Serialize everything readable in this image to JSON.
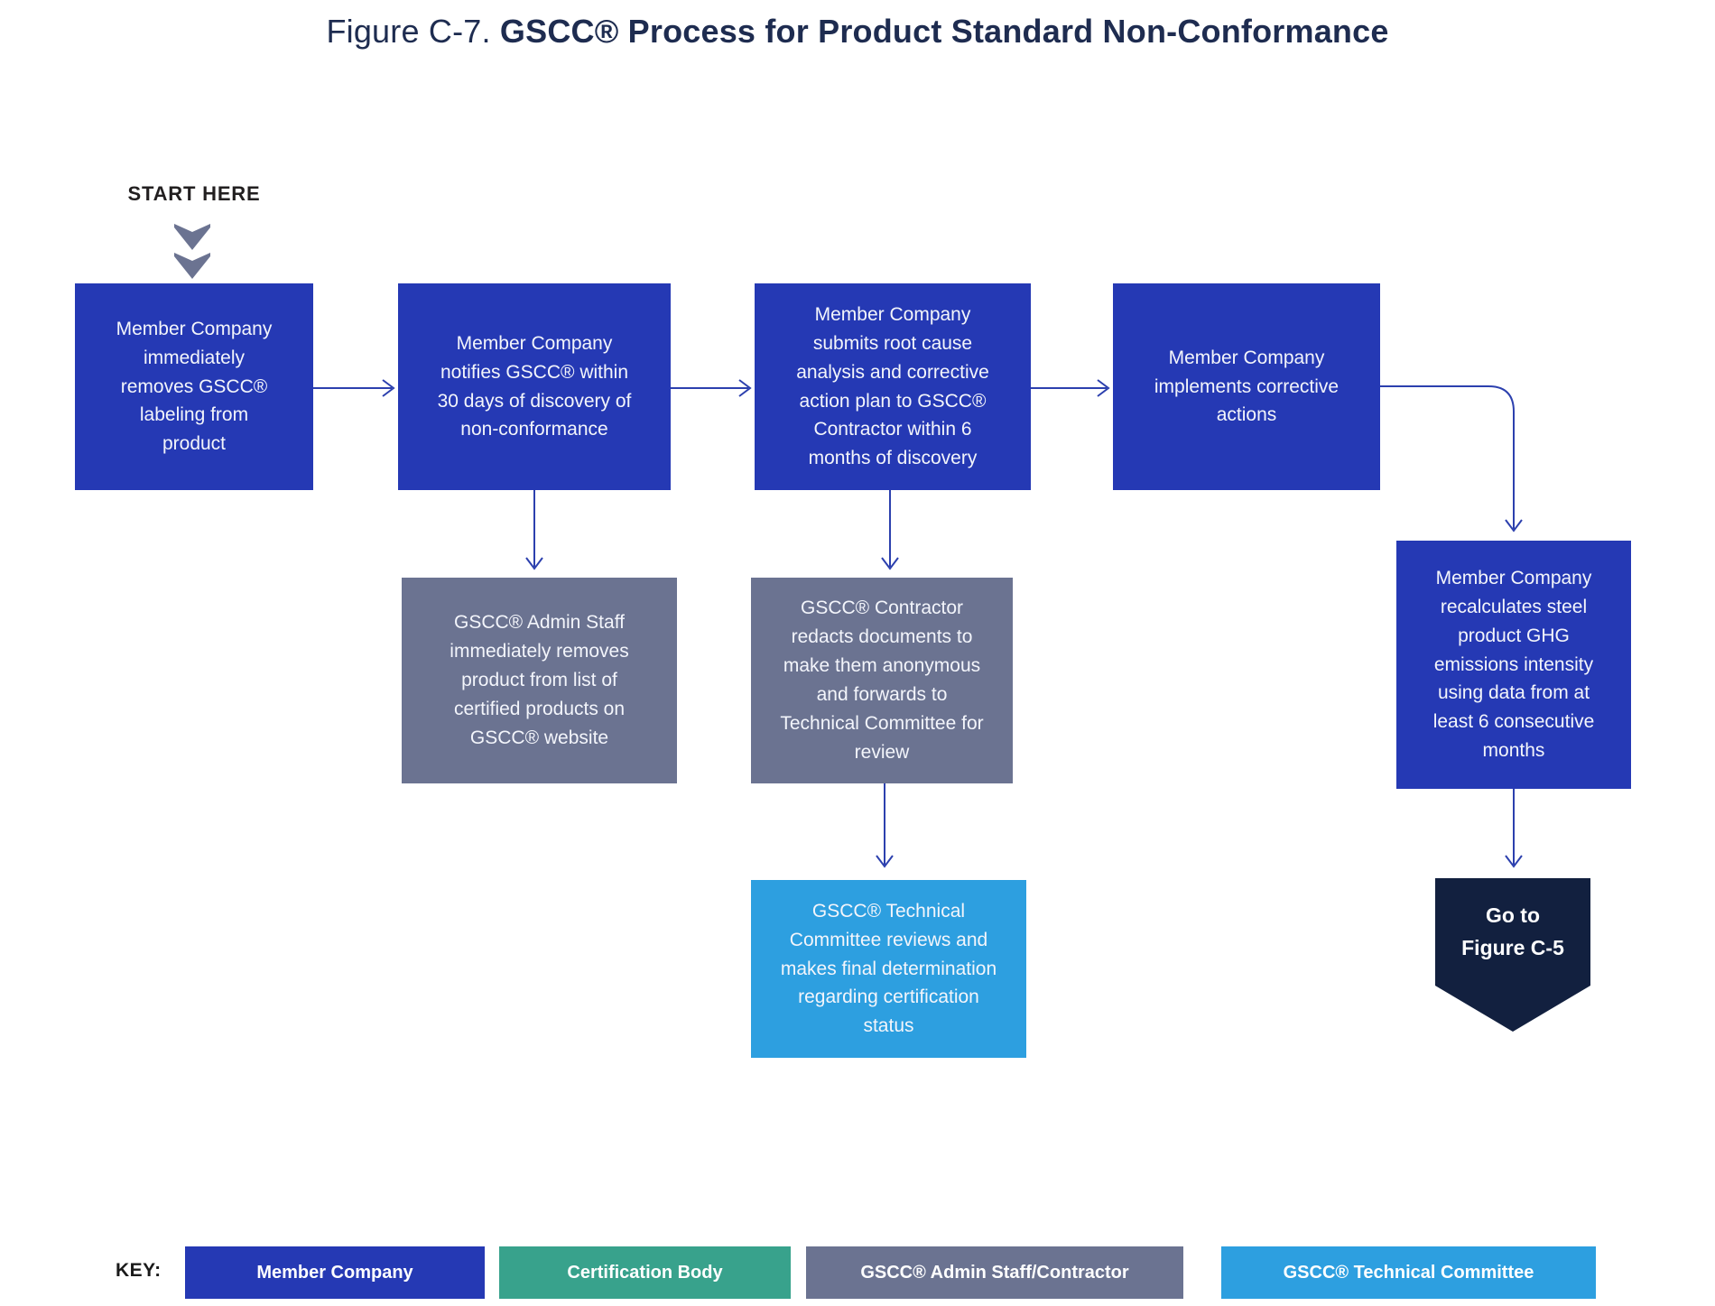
{
  "title": {
    "figure_label": "Figure C-7. ",
    "title_text": "GSCC® Process for Product Standard Non-Conformance"
  },
  "start": {
    "label": "START HERE"
  },
  "flow": {
    "remove_labeling": "Member Company\nimmediately\nremoves GSCC®\nlabeling from\nproduct",
    "notify": "Member Company\nnotifies GSCC® within\n30 days of discovery of\nnon-conformance",
    "submit_rca": "Member Company\nsubmits root cause\nanalysis and corrective\naction plan to GSCC®\nContractor within 6\nmonths of discovery",
    "implement": "Member Company\nimplements corrective\nactions",
    "admin_removes": "GSCC® Admin Staff\nimmediately removes\nproduct from list of\ncertified products on\nGSCC® website",
    "contractor_redacts": "GSCC® Contractor\nredacts documents to\nmake them anonymous\nand  forwards to\nTechnical Committee for\nreview",
    "recalculate": "Member Company\nrecalculates steel\nproduct GHG\nemissions intensity\nusing  data from at\nleast 6 consecutive\nmonths",
    "committee_reviews": "GSCC® Technical\nCommittee reviews and\nmakes final determination\nregarding certification\nstatus",
    "goto_figure": "Go to\nFigure C-5"
  },
  "key": {
    "label": "KEY:",
    "items": [
      {
        "label": "Member Company",
        "color": "#2539b4"
      },
      {
        "label": "Certification Body",
        "color": "#38a28c"
      },
      {
        "label": "GSCC® Admin Staff/Contractor",
        "color": "#6b7391"
      },
      {
        "label": "GSCC® Technical Committee",
        "color": "#2d9fe0"
      }
    ]
  },
  "palette": {
    "member_company_blue": "#2539b4",
    "certification_body_teal": "#38a28c",
    "admin_staff_gray": "#6b7391",
    "technical_committee_lightblue": "#2d9fe0",
    "goto_navy": "#12203f",
    "connector_blue": "#2c40ae",
    "start_chevron_gray": "#6b7391",
    "title_navy": "#1e2c50"
  }
}
